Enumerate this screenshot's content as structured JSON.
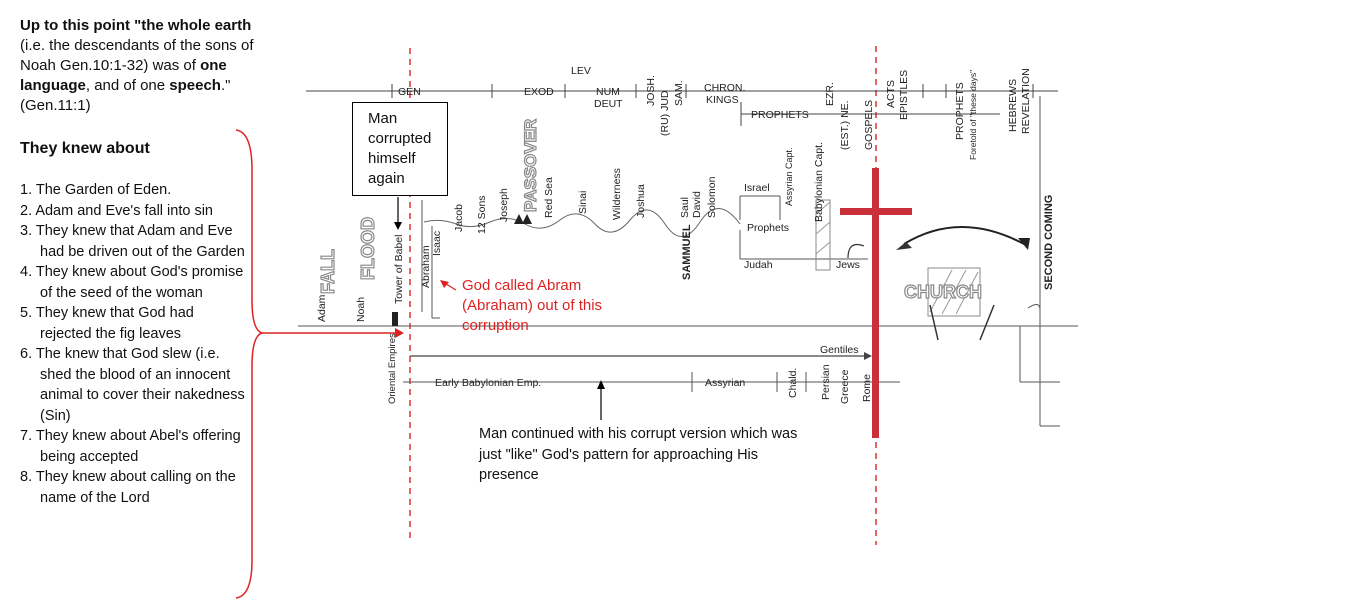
{
  "intro": {
    "part1": "Up to this point \"the whole earth",
    "part2": "(i.e. the descendants of the sons of",
    "part3": "Noah Gen.10:1-32) was of",
    "bold1": "one language",
    "part4": ", and of one",
    "bold2": "speech",
    "part5": ".\"",
    "part6": "(Gen.11:1)"
  },
  "knew_heading": "They knew about",
  "knew_items": [
    "1. The Garden of Eden.",
    "2. Adam and Eve's fall into sin",
    "3. They knew that Adam and Eve had be driven out of the Garden",
    "4. They knew about God's promise of the seed of the woman",
    "5. They knew that God had rejected the fig leaves",
    "6. The knew that God slew (i.e. shed the blood of an innocent animal to cover their nakedness (Sin)",
    "7. They knew about Abel's offering being accepted",
    "8. They knew about calling on the name of the Lord"
  ],
  "box_note": [
    "Man",
    "corrupted",
    "himself",
    "again"
  ],
  "red_note": "God called Abram (Abraham) out of this corruption",
  "bottom_note": "Man continued with his corrupt version which was just \"like\" God's pattern for approaching His presence",
  "timeline": {
    "books": {
      "gen": "GEN",
      "exod": "EXOD",
      "lev": "LEV",
      "num": "NUM",
      "deut": "DEUT",
      "josh": "JOSH.",
      "rujud": "(RU) JUD",
      "sam": "SAM.",
      "chron": "CHRON.",
      "kings": "KINGS",
      "prophets": "PROPHETS",
      "ezr": "EZR.",
      "estne": "(EST.) NE.",
      "gospels": "GOSPELS",
      "acts": "ACTS",
      "epistles": "EPISTLES",
      "prophets2": "PROPHETS",
      "foretold": "Foretold of \"these days\"",
      "hebrews": "HEBREWS",
      "revelation": "REVELATION"
    },
    "events": {
      "adam": "Adam",
      "fall": "FALL",
      "noah": "Noah",
      "flood": "FLOOD",
      "babel": "Tower of Babel",
      "abraham": "Abraham",
      "isaac": "Isaac",
      "jacob": "Jacob",
      "sons": "12 Sons",
      "joseph": "Joseph",
      "passover": "PASSOVER",
      "redsea": "Red Sea",
      "sinai": "Sinai",
      "wilderness": "Wilderness",
      "joshua": "Joshua",
      "saul": "Saul",
      "david": "David",
      "solomon": "Solomon",
      "samuel": "SAMMUEL",
      "israel": "Israel",
      "assyrian_capt": "Assyrian Capt.",
      "prophets": "Prophets",
      "judah": "Judah",
      "babylonian_capt": "Babylonian Capt.",
      "jews": "Jews",
      "church": "CHURCH",
      "second_coming": "SECOND COMING",
      "gentiles": "Gentiles",
      "oriental": "Oriental Empires",
      "early_bab": "Early Babylonian Emp.",
      "assyrian": "Assyrian",
      "chald": "Chald.",
      "persian": "Persian",
      "greece": "Greece",
      "rome": "Rome"
    }
  },
  "colors": {
    "red": "#d22",
    "cross": "#c9303a"
  }
}
